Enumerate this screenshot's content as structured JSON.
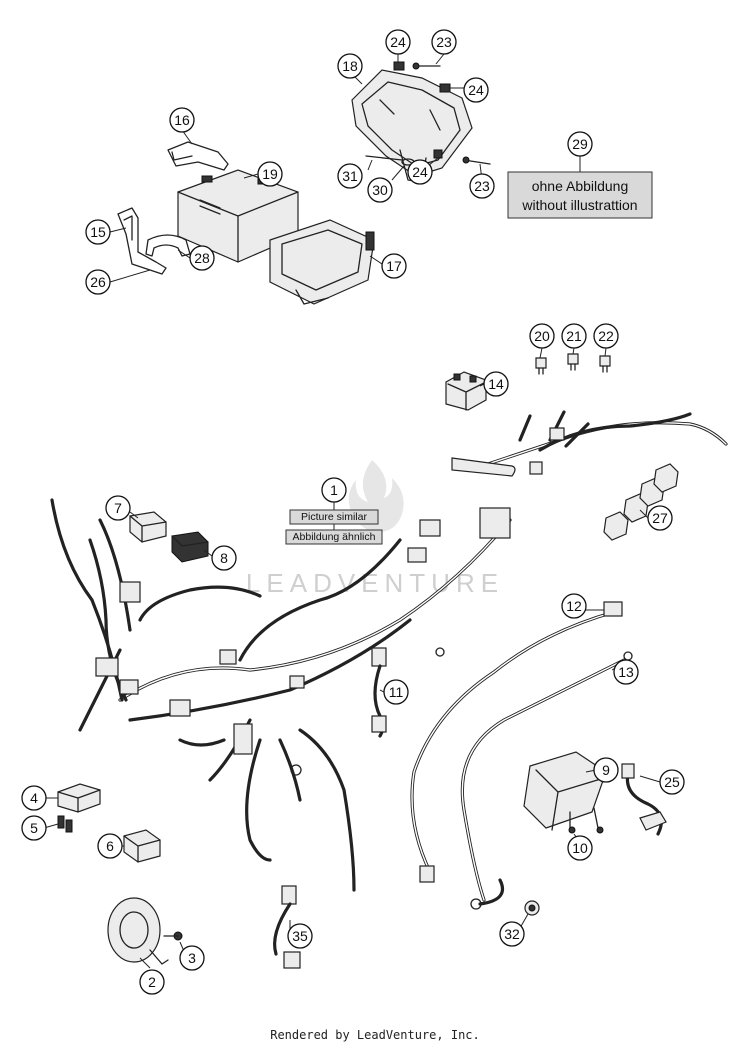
{
  "callouts": [
    "1",
    "2",
    "3",
    "4",
    "5",
    "6",
    "7",
    "8",
    "9",
    "10",
    "11",
    "12",
    "13",
    "14",
    "15",
    "16",
    "17",
    "18",
    "19",
    "20",
    "21",
    "22",
    "23",
    "24",
    "25",
    "26",
    "27",
    "28",
    "29",
    "30",
    "31",
    "32",
    "35"
  ],
  "note": {
    "line1": "ohne Abbildung",
    "line2": "without illustrattion"
  },
  "similar": {
    "en": "Picture similar",
    "de": "Abbildung ähnlich"
  },
  "watermark": "LEADVENTURE",
  "footer": "Rendered by LeadVenture, Inc."
}
